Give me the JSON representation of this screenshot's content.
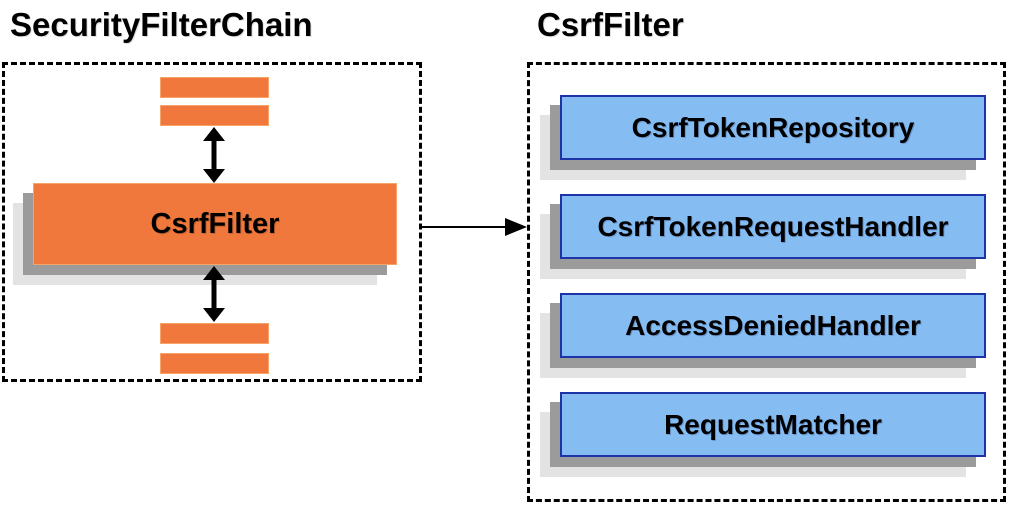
{
  "left_panel": {
    "title": "SecurityFilterChain",
    "csrf_filter_label": "CsrfFilter"
  },
  "right_panel": {
    "title": "CsrfFilter",
    "components": [
      "CsrfTokenRepository",
      "CsrfTokenRequestHandler",
      "AccessDeniedHandler",
      "RequestMatcher"
    ]
  },
  "icons": {
    "vertical_arrows": "up-down-arrow-icon",
    "connector": "right-arrow-icon"
  },
  "colors": {
    "filter_orange": "#F0783C",
    "filter_orange_border": "#F8A468",
    "component_blue_fill": "#85BCF2",
    "component_blue_border": "#1C34A8",
    "shadow_dark": "#9B9B9B",
    "shadow_light": "#E3E3E3",
    "dashed_border": "#000000",
    "arrow": "#000000",
    "title_text": "#000000"
  }
}
